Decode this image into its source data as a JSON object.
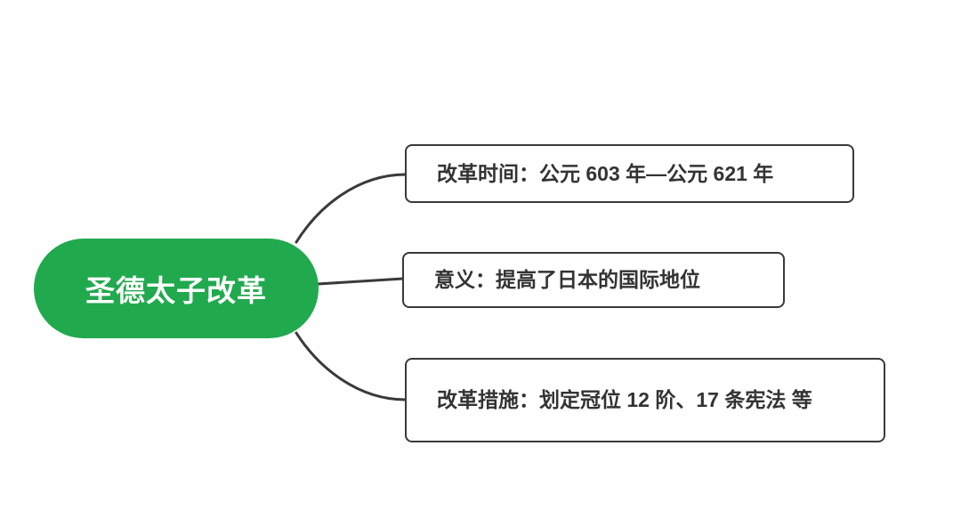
{
  "diagram": {
    "type": "mindmap",
    "colors": {
      "root_background": "#21a94e",
      "root_text": "#ffffff",
      "branch_border": "#3a3a3a",
      "branch_text": "#333333",
      "connector": "#3a3a3a",
      "page_background": "#fefefe"
    },
    "root": {
      "label": "圣德太子改革"
    },
    "branches": [
      {
        "label": "改革时间：公元 603 年—公元 621 年"
      },
      {
        "label": "意义：提高了日本的国际地位"
      },
      {
        "label": "改革措施：划定冠位 12 阶、17 条宪法 等"
      }
    ]
  }
}
